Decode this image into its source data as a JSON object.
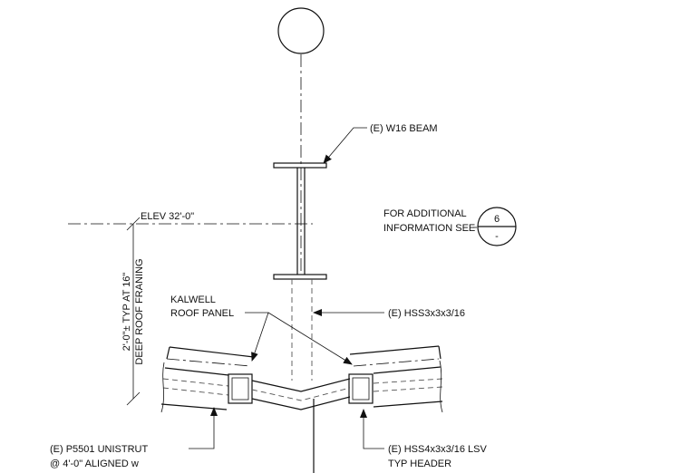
{
  "grid_bubble": {
    "label": ""
  },
  "elevation": {
    "label": "ELEV 32'-0\""
  },
  "vertical_dimension": {
    "line1": "2'-0\"± TYP AT 16\"",
    "line2": "DEEP ROOF FRANING"
  },
  "callouts": {
    "beam": "(E) W16 BEAM",
    "panel_line1": "KALWELL",
    "panel_line2": "ROOF PANEL",
    "hss_post": "(E) HSS3x3x3/16",
    "unistrut_line1": "(E) P5501 UNISTRUT",
    "unistrut_line2": "@ 4'-0\" ALIGNED w",
    "header_line1": "(E) HSS4x3x3/16 LSV",
    "header_line2": "TYP HEADER"
  },
  "detail_reference": {
    "note_line1": "FOR ADDITIONAL",
    "note_line2": "INFORMATION SEE",
    "detail_number": "6",
    "sheet_number": "-"
  }
}
